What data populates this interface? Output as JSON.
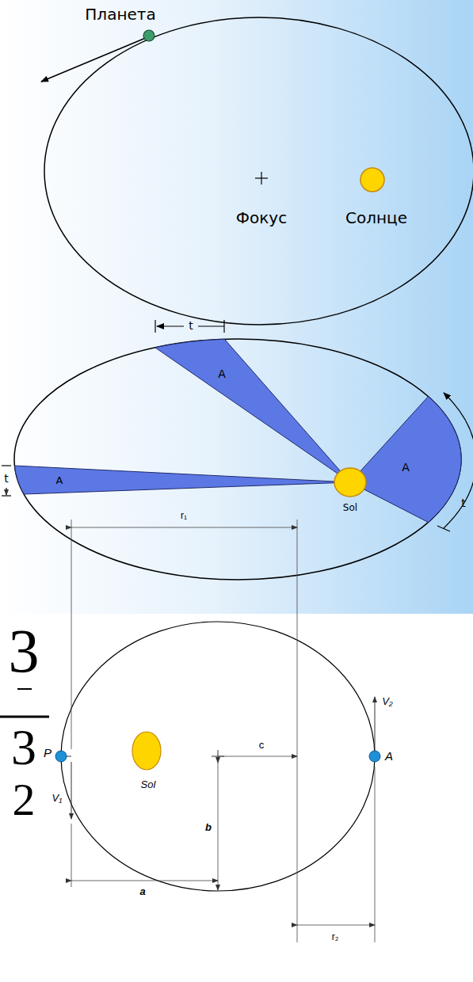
{
  "diagram": {
    "labels": [
      "Планета",
      "Фокус",
      "Солнце",
      "A",
      "A",
      "A",
      "t",
      "t",
      "t",
      "Sol",
      "r₁",
      "c",
      "P",
      "V₁",
      "Sol",
      "b",
      "A",
      "V₂",
      "a",
      "r₂",
      "3",
      "3",
      "2"
    ]
  }
}
